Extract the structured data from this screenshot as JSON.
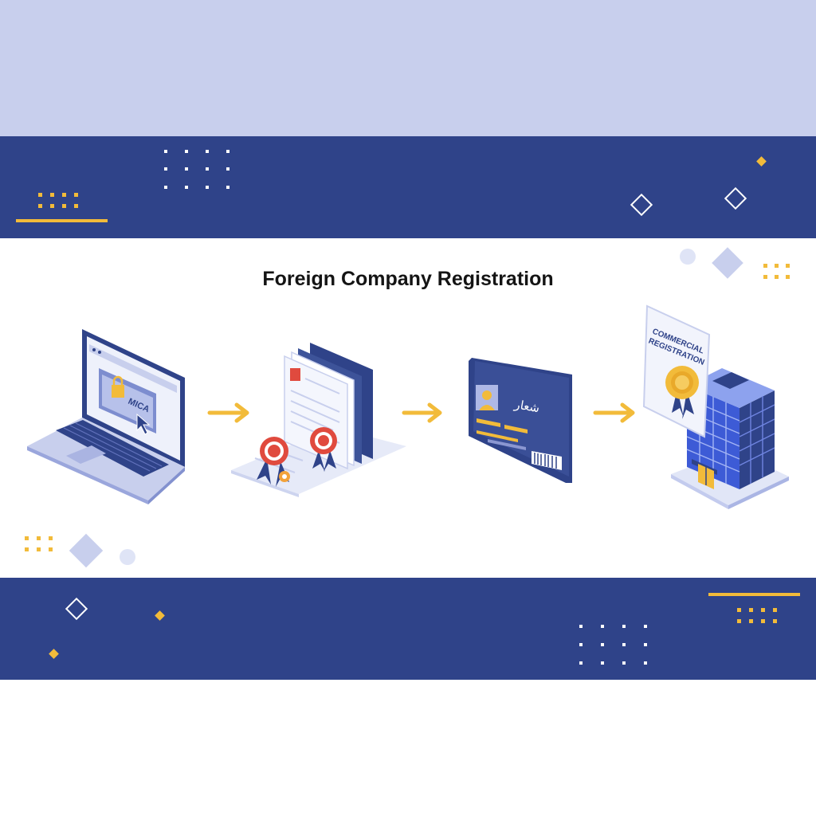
{
  "title": "Foreign Company Registration",
  "colors": {
    "navy": "#2f4389",
    "light_band": "#c8cfed",
    "accent_gold": "#f2bb3a",
    "stamp_red": "#e04a3e",
    "building_blue": "#3d5bd6"
  },
  "steps": [
    {
      "icon": "laptop-icon",
      "screen_label": "MICA"
    },
    {
      "icon": "documents-icon"
    },
    {
      "icon": "id-card-icon",
      "card_script": "شعار"
    },
    {
      "icon": "building-icon",
      "certificate_label": "COMMERCIAL REGISTRATION"
    }
  ]
}
